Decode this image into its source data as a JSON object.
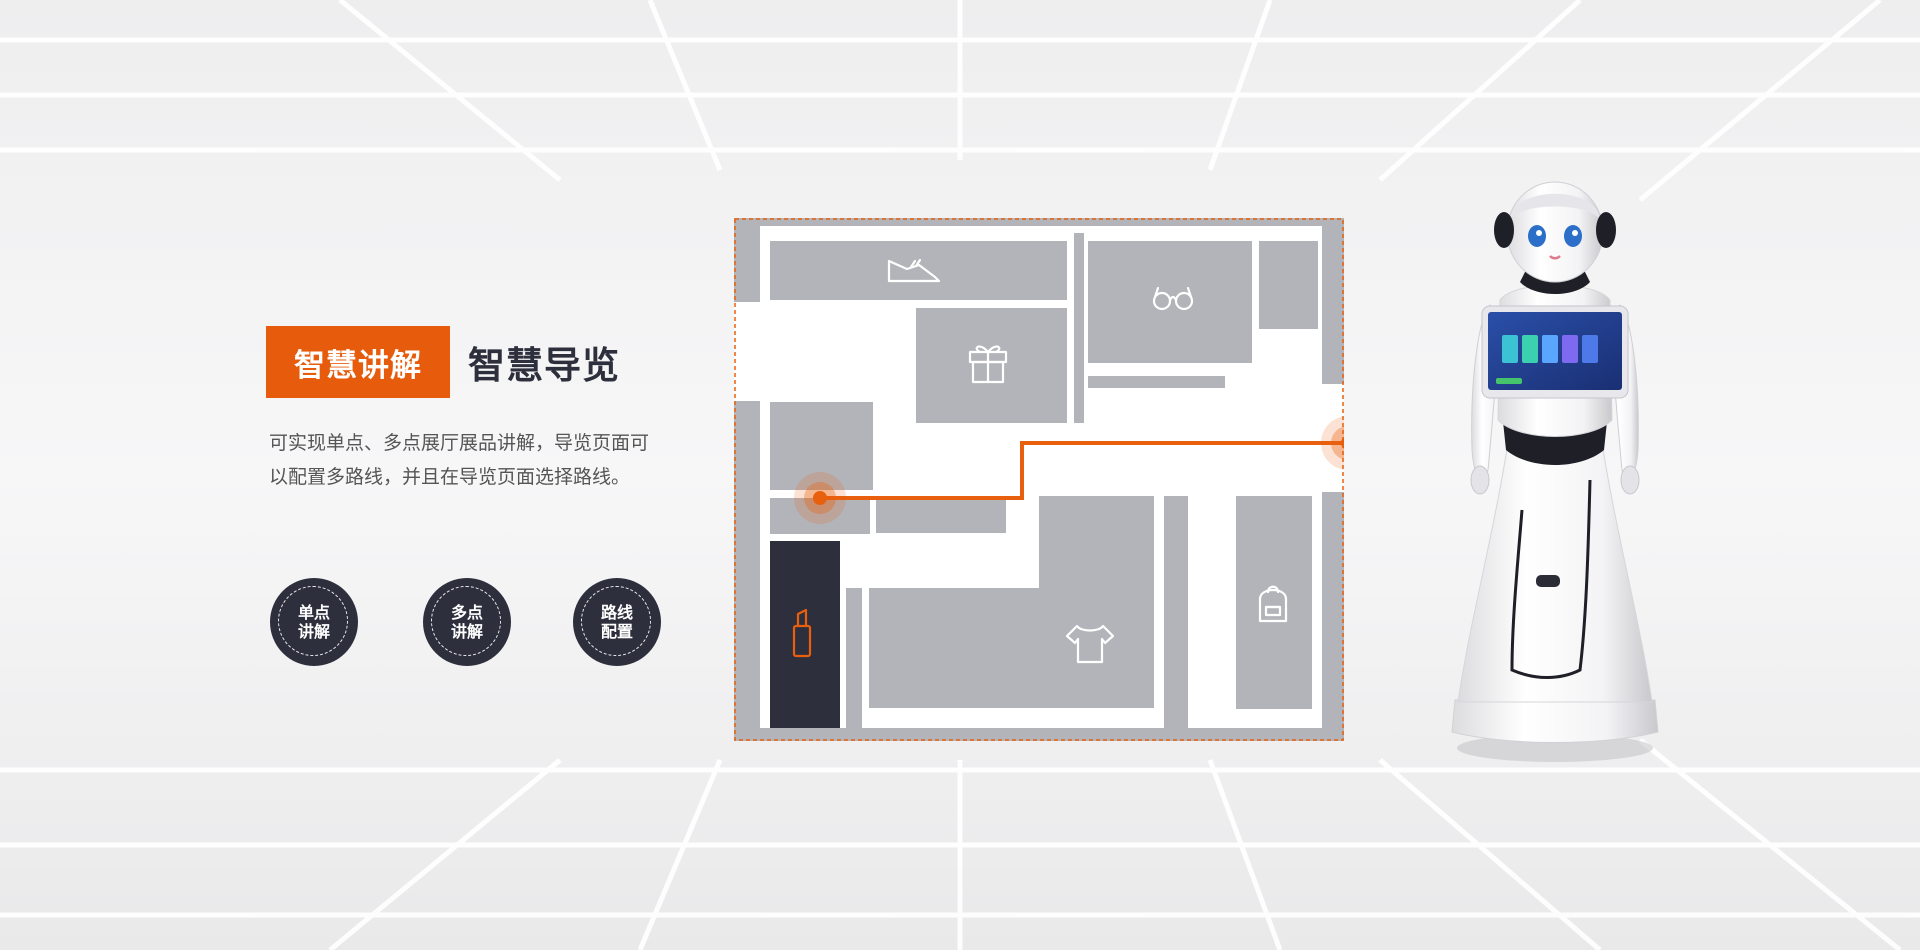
{
  "feature": {
    "tag_label": "智慧讲解",
    "title": "智慧导览",
    "description": "可实现单点、多点展厅展品讲解，导览页面可以配置多路线，并且在导览页面选择路线。"
  },
  "modes": [
    {
      "label": "单点讲解"
    },
    {
      "label": "多点讲解"
    },
    {
      "label": "路线配置"
    }
  ],
  "map": {
    "zone_icons": [
      "shoe-icon",
      "glasses-icon",
      "gift-icon",
      "lipstick-icon",
      "tshirt-icon",
      "backpack-icon"
    ],
    "route_color": "#e8600e"
  },
  "colors": {
    "accent": "#e65c0c",
    "dark": "#2d2f3d",
    "zone": "#b3b4b9"
  }
}
